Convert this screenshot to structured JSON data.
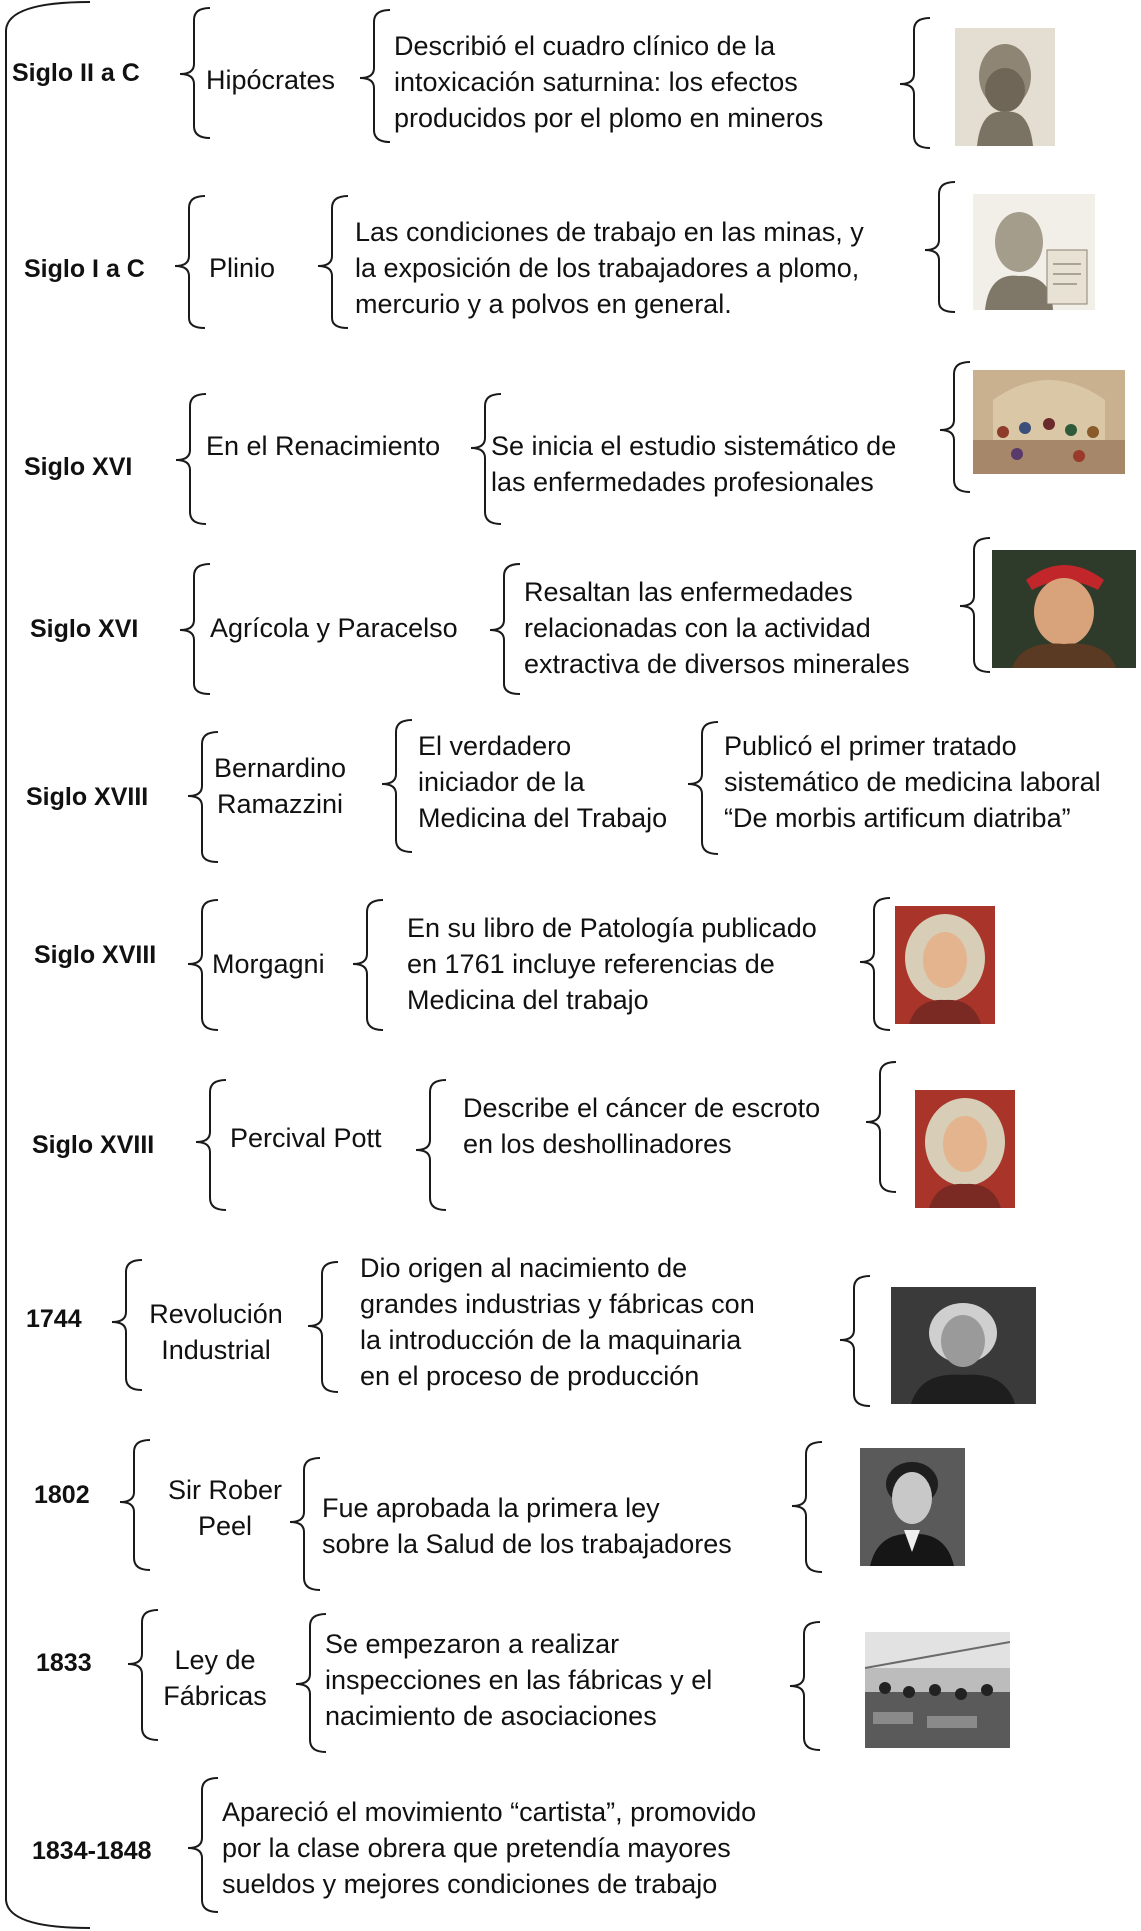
{
  "rows": [
    {
      "era": "Siglo II a C",
      "subject": "Hipócrates",
      "desc": "Describió el cuadro clínico de la\nintoxicación saturnina: los efectos\nproducidos por el plomo en mineros",
      "image": "hippocrates-bust-portrait"
    },
    {
      "era": "Siglo I a C",
      "subject": "Plinio",
      "desc": "Las condiciones de trabajo en las minas, y\nla exposición de los trabajadores a plomo,\nmercurio y a polvos en general.",
      "image": "pliny-engraving-portrait"
    },
    {
      "era": "Siglo XVI",
      "subject": "En el Renacimiento",
      "desc": "Se inicia el estudio sistemático de\nlas enfermedades profesionales",
      "image": "renaissance-fresco"
    },
    {
      "era": "Siglo XVI",
      "subject": "Agrícola y Paracelso",
      "desc": "Resaltan las enfermedades\nrelacionadas con la actividad\nextractiva de diversos minerales",
      "image": "paracelsus-portrait"
    },
    {
      "era": "Siglo XVIII",
      "subject": "Bernardino\nRamazzini",
      "desc": "El verdadero\niniciador de la\nMedicina del Trabajo",
      "desc2": "Publicó el primer tratado\nsistemático de medicina laboral\n“De morbis artificum diatriba”"
    },
    {
      "era": "Siglo XVIII",
      "subject": "Morgagni",
      "desc": "En su libro de Patología publicado\nen 1761 incluye referencias de\nMedicina del trabajo",
      "image": "morgagni-portrait"
    },
    {
      "era": "Siglo XVIII",
      "subject": "Percival Pott",
      "desc": "Describe el cáncer de escroto\nen los deshollinadores",
      "image": "percival-pott-portrait"
    },
    {
      "era": "1744",
      "subject": "Revolución\nIndustrial",
      "desc": "Dio origen al nacimiento de\ngrandes industrias y fábricas con\nla introducción de la maquinaria\nen el proceso de producción",
      "image": "gentleman-bw-portrait"
    },
    {
      "era": "1802",
      "subject": "Sir Rober\nPeel",
      "desc": "Fue aprobada la primera ley\nsobre la Salud de los trabajadores",
      "image": "robert-peel-portrait"
    },
    {
      "era": "1833",
      "subject": "Ley de\nFábricas",
      "desc": "Se empezaron a realizar\ninspecciones en las fábricas y el\nnacimiento de asociaciones",
      "image": "factory-workers-photo"
    },
    {
      "era": "1834-1848",
      "desc": "Apareció el movimiento “cartista”, promovido\npor la clase obrera que pretendía mayores\nsueldos y mejores condiciones de trabajo"
    }
  ]
}
